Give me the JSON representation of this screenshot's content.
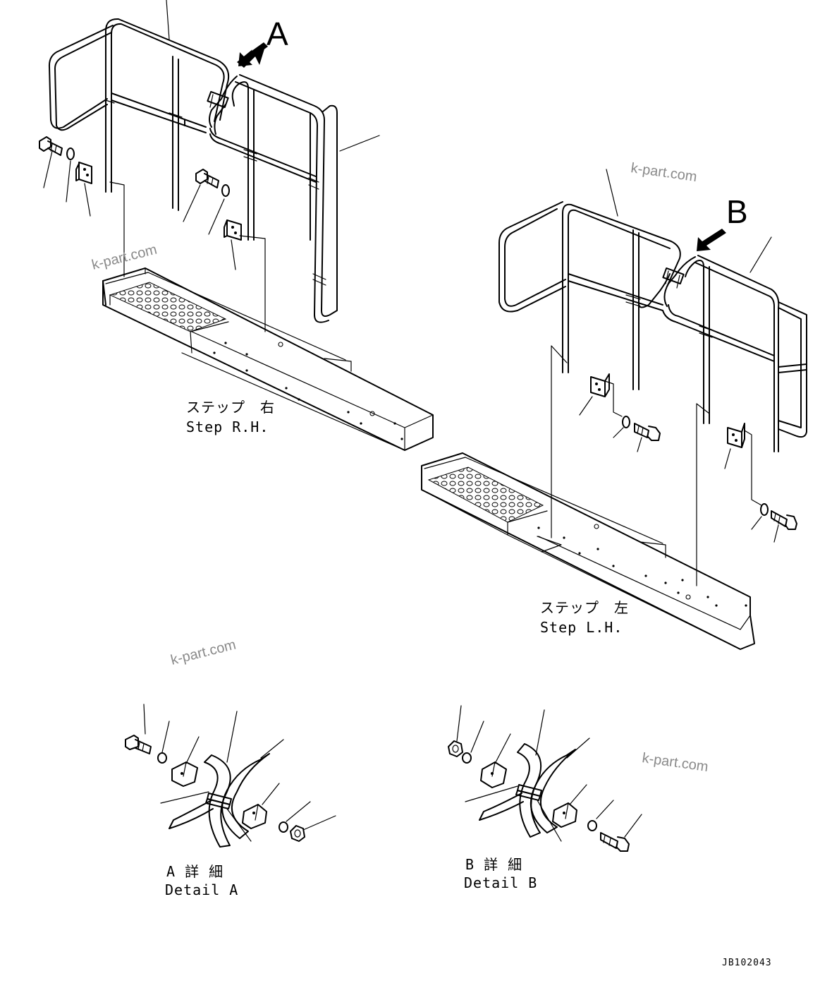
{
  "markers": {
    "a": "A",
    "b": "B"
  },
  "step_rh": {
    "jp": "ステップ　右",
    "en": "Step R.H."
  },
  "step_lh": {
    "jp": "ステップ　左",
    "en": "Step L.H."
  },
  "detail_a": {
    "jp": "A 詳 細",
    "en": "Detail A"
  },
  "detail_b": {
    "jp": "B 詳 細",
    "en": "Detail B"
  },
  "watermarks": [
    "k-part.com",
    "k-part.com",
    "k-part.com",
    "k-part.com"
  ],
  "drawing_code": "JB102043"
}
